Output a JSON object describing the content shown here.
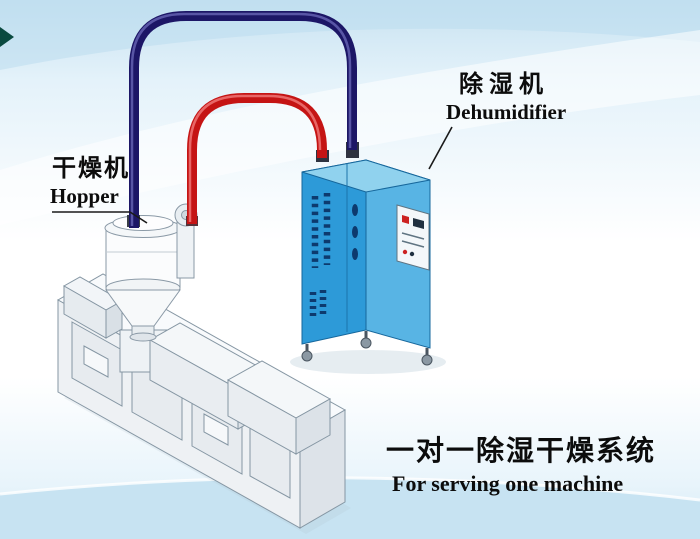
{
  "labels": {
    "hopper_cn": "干燥机",
    "hopper_en": "Hopper",
    "dehumidifier_cn": "除湿机",
    "dehumidifier_en": "Dehumidifier",
    "caption_cn": "一对一除湿干燥系统",
    "caption_en": "For serving one machine"
  },
  "colors": {
    "pipe_red": "#c51414",
    "pipe_blue": "#1c1666",
    "cabinet_front": "#2d9ad8",
    "cabinet_side": "#58b4e4",
    "cabinet_top": "#90d2ee",
    "vent_slot": "#0d3a6e",
    "machine_fill": "#f4f6f8",
    "machine_stroke": "#8596a3",
    "background_top": "#c7e2f1",
    "bottom_band": "#c7e3f2"
  }
}
